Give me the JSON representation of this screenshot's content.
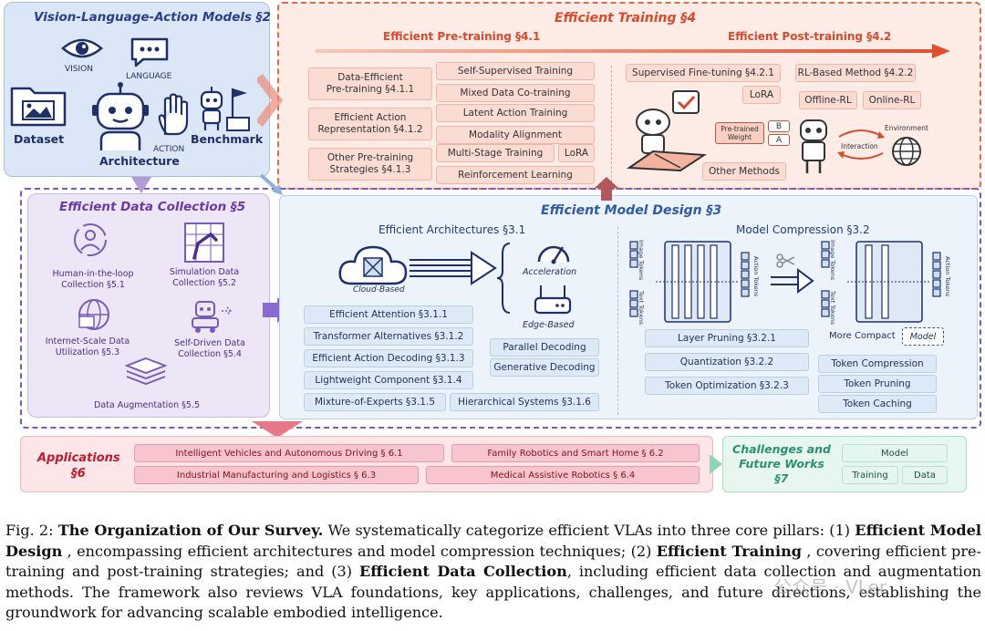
{
  "vla": {
    "title": "Vision-Language-Action Models §2",
    "vision": "VISION",
    "language": "LANGUAGE",
    "action": "ACTION",
    "dataset": "Dataset",
    "benchmark": "Benchmark",
    "architecture": "Architecture"
  },
  "training": {
    "title": "Efficient Training §4",
    "pre_title": "Efficient Pre-training §4.1",
    "post_title": "Efficient Post-training §4.2",
    "data_eff": "Data-Efficient\nPre-training §4.1.1",
    "self_sup": "Self-Supervised Training",
    "mixed": "Mixed Data Co-training",
    "eff_action": "Efficient Action\nRepresentation §4.1.2",
    "latent": "Latent Action Training",
    "modality": "Modality Alignment",
    "other_pre": "Other Pre-training\nStrategies §4.1.3",
    "multistage": "Multi-Stage Training",
    "lora": "LoRA",
    "rl": "Reinforcement Learning",
    "sft": "Supervised Fine-tuning §4.2.1",
    "sft_lora": "LoRA",
    "rl_method": "RL-Based Method §4.2.2",
    "offline": "Offline-RL",
    "online": "Online-RL",
    "pretrained_weight": "Pre-trained\nWeight",
    "b": "B",
    "a": "A",
    "environment": "Environment",
    "interaction": "Interaction",
    "other_methods": "Other Methods"
  },
  "data_collection": {
    "title": "Efficient Data Collection §5",
    "hil": "Human-in-the-loop\nCollection §5.1",
    "sim": "Simulation Data\nCollection §5.2",
    "internet": "Internet-Scale Data\nUtilization §5.3",
    "self_driven": "Self-Driven Data\nCollection §5.4",
    "augmentation": "Data Augmentation §5.5"
  },
  "model_design": {
    "title": "Efficient Model Design §3",
    "arch_title": "Efficient Architectures §3.1",
    "cloud": "Cloud-Based",
    "acceleration": "Acceleration",
    "edge": "Edge-Based",
    "attention": "Efficient Attention §3.1.1",
    "transformer": "Transformer Alternatives §3.1.2",
    "action_dec": "Efficient Action Decoding §3.1.3",
    "parallel": "Parallel Decoding",
    "generative": "Generative Decoding",
    "lightweight": "Lightweight Component §3.1.4",
    "moe": "Mixture-of-Experts §3.1.5",
    "hierarchical": "Hierarchical Systems §3.1.6",
    "comp_title": "Model Compression §3.2",
    "image_tokens": "Image Tokens",
    "text_tokens": "Text Tokens",
    "action_tokens": "Action Tokens",
    "more_compact": "More Compact",
    "model": "Model",
    "layer_pruning": "Layer Pruning §3.2.1",
    "quantization": "Quantization §3.2.2",
    "token_opt": "Token Optimization §3.2.3",
    "token_comp": "Token Compression",
    "token_prune": "Token Pruning",
    "token_cache": "Token Caching"
  },
  "applications": {
    "title": "Applications\n§6",
    "vehicles": "Intelligent Vehicles and Autonomous Driving § 6.1",
    "family": "Family Robotics and Smart Home § 6.2",
    "industrial": "Industrial Manufacturing and Logistics § 6.3",
    "medical": "Medical Assistive Robotics § 6.4"
  },
  "challenges": {
    "title": "Challenges and\nFuture Works\n§7",
    "model": "Model",
    "training": "Training",
    "data": "Data"
  },
  "caption": {
    "fig": "Fig. 2: ",
    "bold1": "The Organization of Our Survey.",
    "t1": " We systematically categorize efficient VLAs into three core pillars: (1) ",
    "bold2": "Efficient Model Design",
    "t2": " , encompassing efficient architectures and model compression techniques; (2) ",
    "bold3": "Efficient Training",
    "t3": " , covering efficient pre-training and post-training strategies; and (3) ",
    "bold4": "Efficient Data Collection",
    "t4": ", including efficient data collection and augmentation methods. The framework also reviews VLA foundations, key applications, challenges, and future directions, establishing the groundwork for advancing scalable embodied intelligence."
  },
  "watermark": "公众号 · VLer",
  "colors": {
    "training_border": "#e06a4e",
    "vla_fill": "#dde7f7",
    "collection_border": "#9a5cc6",
    "design_border": "#4a78b8",
    "applications_fill": "#fde6e8",
    "challenges_fill": "#e4f6ee"
  }
}
